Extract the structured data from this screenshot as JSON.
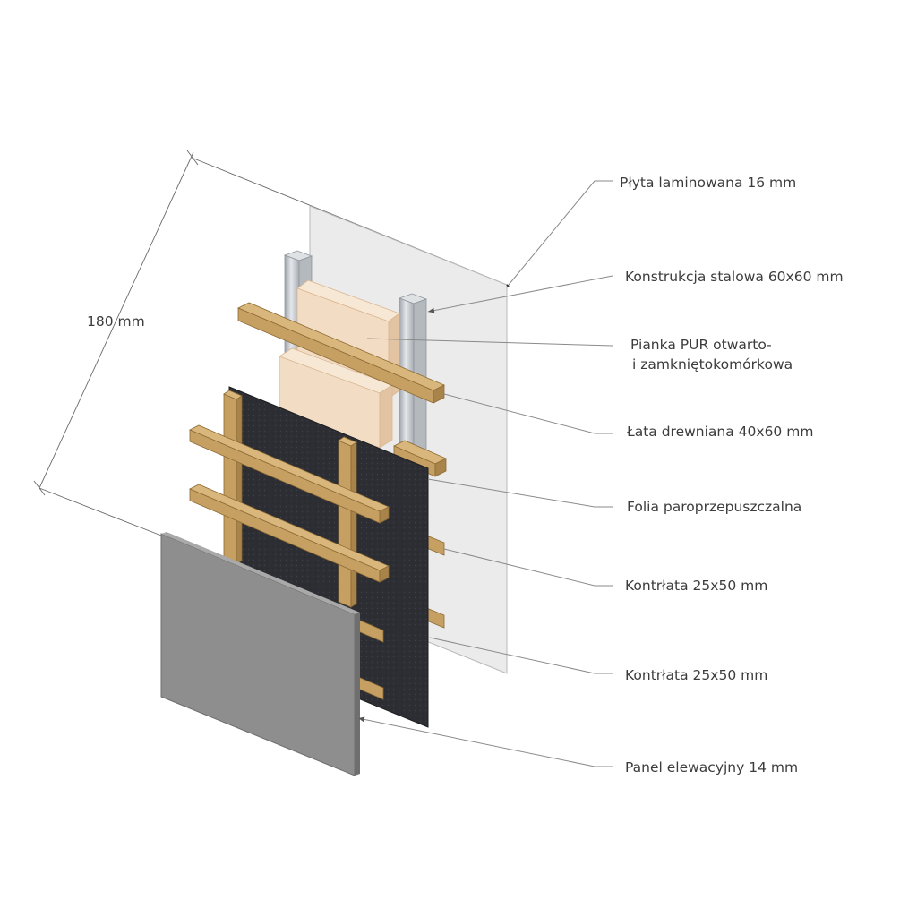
{
  "dimension": {
    "label": "180 mm"
  },
  "layers": [
    {
      "id": "laminate-board",
      "label": "Płyta laminowana 16 mm"
    },
    {
      "id": "steel-frame",
      "label": "Konstrukcja stalowa 60x60 mm"
    },
    {
      "id": "pur-foam",
      "label_line1": "Pianka PUR otwarto-",
      "label_line2": "i zamkniętokomórkowa"
    },
    {
      "id": "wood-batten",
      "label": "Łata drewniana 40x60 mm"
    },
    {
      "id": "membrane",
      "label": "Folia paroprzepuszczalna"
    },
    {
      "id": "counter-batten-1",
      "label": "Kontrłata 25x50 mm"
    },
    {
      "id": "counter-batten-2",
      "label": "Kontrłata 25x50 mm"
    },
    {
      "id": "facade-panel",
      "label": "Panel elewacyjny 14 mm"
    }
  ],
  "colors": {
    "laminate": "#ebebeb",
    "steel": "#c8ccd0",
    "foam": "#f3dcc4",
    "wood": "#c6a063",
    "membrane": "#2c2e33",
    "panel": "#8e8e8e"
  }
}
